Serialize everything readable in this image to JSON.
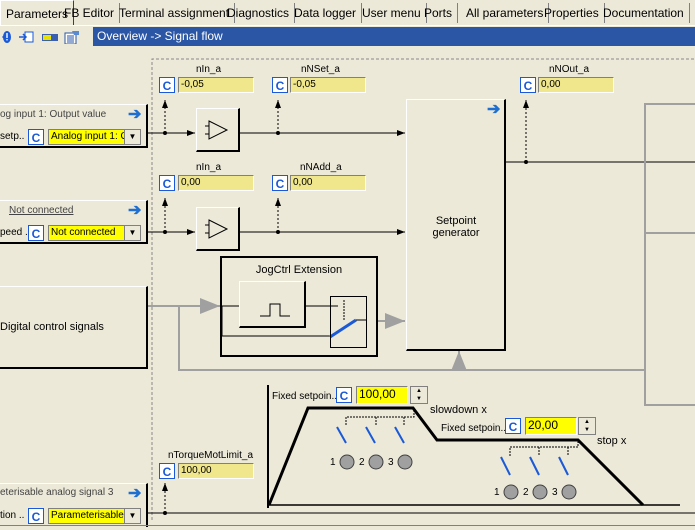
{
  "tabs": [
    {
      "label": "Parameters",
      "active": true
    },
    {
      "label": "FB Editor"
    },
    {
      "label": "Terminal assignment"
    },
    {
      "label": "Diagnostics"
    },
    {
      "label": "Data logger"
    },
    {
      "label": "User menu"
    },
    {
      "label": "Ports"
    },
    {
      "label": "All parameters"
    },
    {
      "label": "Properties"
    },
    {
      "label": "Documentation"
    }
  ],
  "toolbar": {
    "icons": [
      "info-icon",
      "import-icon",
      "keyboard-icon",
      "edit-properties-icon"
    ]
  },
  "breadcrumb": "Overview -> Signal flow",
  "inputs": [
    {
      "title": "og input 1: Output value",
      "row_label": "setp..",
      "value": "Analog input 1: Ou"
    },
    {
      "title": "Not connected",
      "row_label": "peed ..",
      "value": "Not connected"
    },
    {
      "title": "Digital control signals"
    },
    {
      "title": "eterisable analog signal 3",
      "row_label": "tion ..",
      "value": "Parameterisable a"
    }
  ],
  "monitors": [
    {
      "name": "nIn_a",
      "value": "-0,05"
    },
    {
      "name": "nNSet_a",
      "value": "-0,05"
    },
    {
      "name": "nNOut_a",
      "value": "0,00"
    },
    {
      "name": "nIn_a",
      "value": "0,00"
    },
    {
      "name": "nNAdd_a",
      "value": "0,00"
    },
    {
      "name": "nTorqueMotLimit_a",
      "value": "100,00"
    }
  ],
  "blocks": {
    "setpoint_generator": "Setpoint\ngenerator",
    "jogctrl": "JogCtrl Extension"
  },
  "fixed_setpoints": [
    {
      "label": "Fixed setpoin..",
      "value": "100,00",
      "caption": "slowdown x"
    },
    {
      "label": "Fixed setpoin..",
      "value": "20,00",
      "caption": "stop x"
    }
  ],
  "switch_numbers": [
    "1",
    "2",
    "3"
  ],
  "c_label": "C",
  "colors": {
    "accent": "#2a56a5",
    "field": "#f0e68c",
    "highlight": "#ffff00",
    "blue_arrow": "#1e6fd0"
  }
}
